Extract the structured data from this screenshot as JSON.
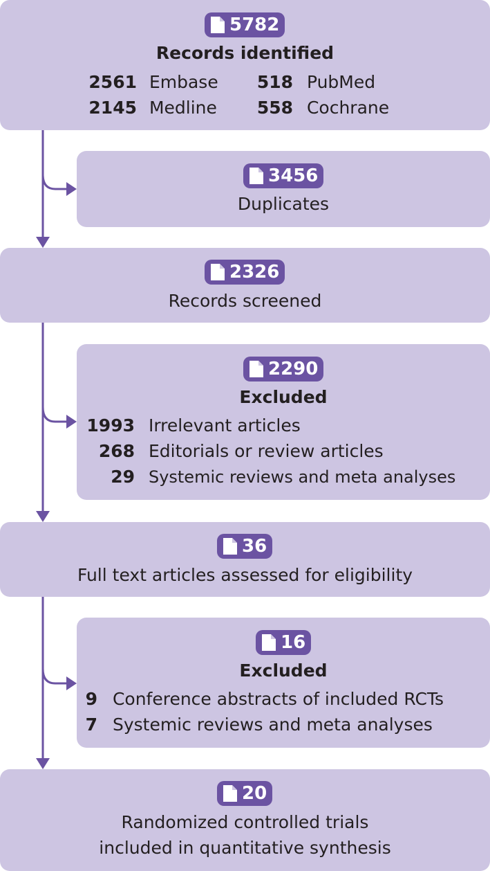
{
  "colors": {
    "box_fill": "#cdc5e2",
    "badge_fill": "#6b53a2",
    "arrow": "#6b53a2"
  },
  "icon": "document-icon",
  "identified": {
    "count": "5782",
    "title": "Records identified",
    "sources": [
      {
        "n": "2561",
        "label": "Embase"
      },
      {
        "n": "518",
        "label": "PubMed"
      },
      {
        "n": "2145",
        "label": "Medline"
      },
      {
        "n": "558",
        "label": "Cochrane"
      }
    ]
  },
  "duplicates": {
    "count": "3456",
    "label": "Duplicates"
  },
  "screened": {
    "count": "2326",
    "label": "Records screened"
  },
  "excluded1": {
    "count": "2290",
    "title": "Excluded",
    "items": [
      {
        "n": "1993",
        "label": "Irrelevant articles"
      },
      {
        "n": "268",
        "label": "Editorials or review articles"
      },
      {
        "n": "29",
        "label": "Systemic reviews and meta analyses"
      }
    ]
  },
  "fulltext": {
    "count": "36",
    "label": "Full text articles assessed for eligibility"
  },
  "excluded2": {
    "count": "16",
    "title": "Excluded",
    "items": [
      {
        "n": "9",
        "label": "Conference abstracts of included RCTs"
      },
      {
        "n": "7",
        "label": "Systemic reviews and meta analyses"
      }
    ]
  },
  "included": {
    "count": "20",
    "line1": "Randomized controlled trials",
    "line2": "included in quantitative synthesis"
  }
}
